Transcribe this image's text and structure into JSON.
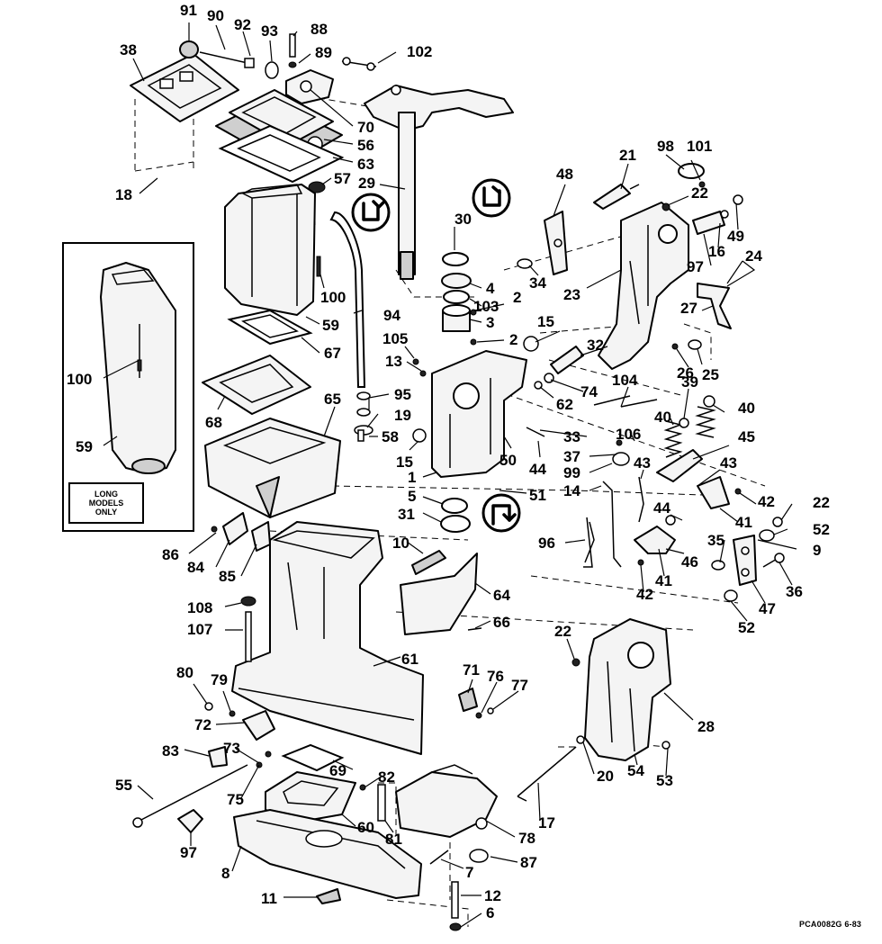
{
  "inset": {
    "note": "LONG\nMODELS\nONLY"
  },
  "footer": {
    "ref_code": "PCA0082G",
    "date_code": "6-83"
  },
  "callouts": [
    {
      "id": "c1",
      "text": "91"
    },
    {
      "id": "c2",
      "text": "90"
    },
    {
      "id": "c3",
      "text": "92"
    },
    {
      "id": "c4",
      "text": "93"
    },
    {
      "id": "c5",
      "text": "88"
    },
    {
      "id": "c6",
      "text": "89"
    },
    {
      "id": "c7",
      "text": "102"
    },
    {
      "id": "c8",
      "text": "38"
    },
    {
      "id": "c9",
      "text": "70"
    },
    {
      "id": "c10",
      "text": "56"
    },
    {
      "id": "c11",
      "text": "63"
    },
    {
      "id": "c12",
      "text": "57"
    },
    {
      "id": "c13",
      "text": "29"
    },
    {
      "id": "c14",
      "text": "18"
    },
    {
      "id": "c15",
      "text": "30"
    },
    {
      "id": "c16",
      "text": "4"
    },
    {
      "id": "c17",
      "text": "103"
    },
    {
      "id": "c18",
      "text": "2"
    },
    {
      "id": "c19",
      "text": "3"
    },
    {
      "id": "c20",
      "text": "2"
    },
    {
      "id": "c21",
      "text": "100"
    },
    {
      "id": "c22",
      "text": "94"
    },
    {
      "id": "c23",
      "text": "59"
    },
    {
      "id": "c24",
      "text": "67"
    },
    {
      "id": "c25",
      "text": "105"
    },
    {
      "id": "c26",
      "text": "13"
    },
    {
      "id": "c27",
      "text": "100"
    },
    {
      "id": "c28",
      "text": "59"
    },
    {
      "id": "c29",
      "text": "68"
    },
    {
      "id": "c30",
      "text": "65"
    },
    {
      "id": "c31",
      "text": "95"
    },
    {
      "id": "c32",
      "text": "19"
    },
    {
      "id": "c33",
      "text": "58"
    },
    {
      "id": "c34",
      "text": "15"
    },
    {
      "id": "c35",
      "text": "15"
    },
    {
      "id": "c36",
      "text": "1"
    },
    {
      "id": "c37",
      "text": "5"
    },
    {
      "id": "c38",
      "text": "31"
    },
    {
      "id": "c39",
      "text": "48"
    },
    {
      "id": "c40",
      "text": "21"
    },
    {
      "id": "c41",
      "text": "98"
    },
    {
      "id": "c42",
      "text": "101"
    },
    {
      "id": "c43",
      "text": "22"
    },
    {
      "id": "c44",
      "text": "49"
    },
    {
      "id": "c45",
      "text": "16"
    },
    {
      "id": "c46",
      "text": "97"
    },
    {
      "id": "c47",
      "text": "24"
    },
    {
      "id": "c48",
      "text": "34"
    },
    {
      "id": "c49",
      "text": "23"
    },
    {
      "id": "c50",
      "text": "27"
    },
    {
      "id": "c51",
      "text": "32"
    },
    {
      "id": "c52",
      "text": "26"
    },
    {
      "id": "c53",
      "text": "25"
    },
    {
      "id": "c54",
      "text": "74"
    },
    {
      "id": "c55",
      "text": "62"
    },
    {
      "id": "c56",
      "text": "104"
    },
    {
      "id": "c57",
      "text": "39"
    },
    {
      "id": "c58",
      "text": "40"
    },
    {
      "id": "c59",
      "text": "40"
    },
    {
      "id": "c60",
      "text": "106"
    },
    {
      "id": "c61",
      "text": "33"
    },
    {
      "id": "c62",
      "text": "45"
    },
    {
      "id": "c63",
      "text": "37"
    },
    {
      "id": "c64",
      "text": "50"
    },
    {
      "id": "c65",
      "text": "44"
    },
    {
      "id": "c66",
      "text": "99"
    },
    {
      "id": "c67",
      "text": "43"
    },
    {
      "id": "c68",
      "text": "43"
    },
    {
      "id": "c69",
      "text": "14"
    },
    {
      "id": "c70",
      "text": "51"
    },
    {
      "id": "c71",
      "text": "42"
    },
    {
      "id": "c72",
      "text": "22"
    },
    {
      "id": "c73",
      "text": "44"
    },
    {
      "id": "c74",
      "text": "41"
    },
    {
      "id": "c75",
      "text": "52"
    },
    {
      "id": "c76",
      "text": "96"
    },
    {
      "id": "c77",
      "text": "35"
    },
    {
      "id": "c78",
      "text": "9"
    },
    {
      "id": "c79",
      "text": "46"
    },
    {
      "id": "c80",
      "text": "86"
    },
    {
      "id": "c81",
      "text": "84"
    },
    {
      "id": "c82",
      "text": "85"
    },
    {
      "id": "c83",
      "text": "10"
    },
    {
      "id": "c84",
      "text": "64"
    },
    {
      "id": "c85",
      "text": "41"
    },
    {
      "id": "c86",
      "text": "42"
    },
    {
      "id": "c87",
      "text": "36"
    },
    {
      "id": "c88",
      "text": "47"
    },
    {
      "id": "c89",
      "text": "52"
    },
    {
      "id": "c90",
      "text": "108"
    },
    {
      "id": "c91",
      "text": "66"
    },
    {
      "id": "c92",
      "text": "107"
    },
    {
      "id": "c93",
      "text": "22"
    },
    {
      "id": "c94",
      "text": "61"
    },
    {
      "id": "c95",
      "text": "80"
    },
    {
      "id": "c96",
      "text": "79"
    },
    {
      "id": "c97",
      "text": "71"
    },
    {
      "id": "c98",
      "text": "76"
    },
    {
      "id": "c99",
      "text": "77"
    },
    {
      "id": "c100",
      "text": "72"
    },
    {
      "id": "c101",
      "text": "28"
    },
    {
      "id": "c102",
      "text": "83"
    },
    {
      "id": "c103",
      "text": "73"
    },
    {
      "id": "c104",
      "text": "69"
    },
    {
      "id": "c105",
      "text": "82"
    },
    {
      "id": "c106",
      "text": "20"
    },
    {
      "id": "c107",
      "text": "54"
    },
    {
      "id": "c108",
      "text": "53"
    },
    {
      "id": "c109",
      "text": "55"
    },
    {
      "id": "c110",
      "text": "75"
    },
    {
      "id": "c111",
      "text": "17"
    },
    {
      "id": "c112",
      "text": "60"
    },
    {
      "id": "c113",
      "text": "81"
    },
    {
      "id": "c114",
      "text": "78"
    },
    {
      "id": "c115",
      "text": "97"
    },
    {
      "id": "c116",
      "text": "8"
    },
    {
      "id": "c117",
      "text": "7"
    },
    {
      "id": "c118",
      "text": "87"
    },
    {
      "id": "c119",
      "text": "11"
    },
    {
      "id": "c120",
      "text": "12"
    },
    {
      "id": "c121",
      "text": "6"
    }
  ]
}
